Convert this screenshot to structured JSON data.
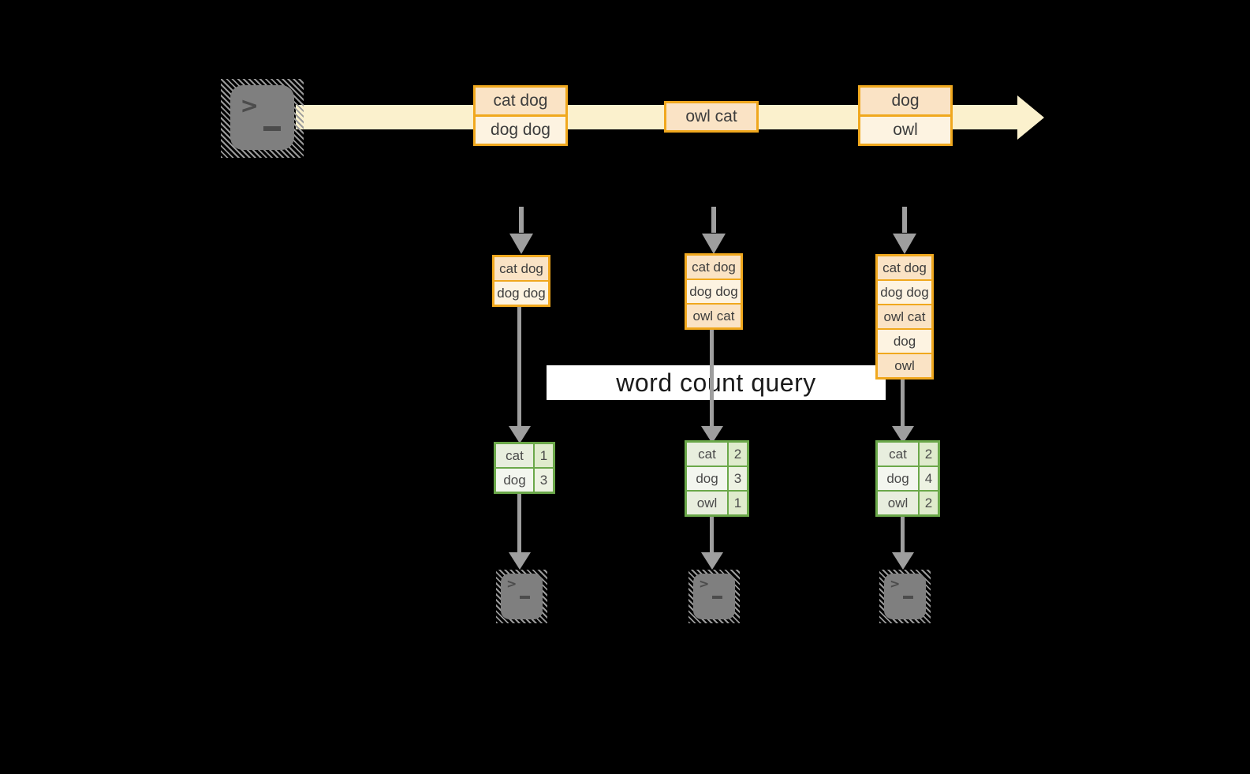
{
  "colors": {
    "background": "#000000",
    "timeline": "#FBF1CD",
    "orange_border": "#F0A81E",
    "peach": "#FAE3C5",
    "cream": "#FDF3E1",
    "green_border": "#6BA84A",
    "green_cell": "#E8EEDE",
    "green_cell_alt": "#F3F6EF",
    "green_count": "#DFEBCC",
    "green_count_alt": "#EDF2E2",
    "arrow_gray": "#9E9E9E",
    "terminal_gray": "#7F7F7F",
    "band_bg": "#FFFFFF"
  },
  "terminal": {
    "prompt_char": ">"
  },
  "timeline": {
    "boxes": [
      {
        "cells": [
          "cat dog",
          "dog dog"
        ]
      },
      {
        "cells": [
          "owl cat"
        ]
      },
      {
        "cells": [
          "dog",
          "owl"
        ]
      }
    ]
  },
  "query": {
    "label": "word count query"
  },
  "columns": [
    {
      "input_cells": [
        "cat dog",
        "dog dog"
      ],
      "result_rows": [
        {
          "word": "cat",
          "count": "1"
        },
        {
          "word": "dog",
          "count": "3"
        }
      ]
    },
    {
      "input_cells": [
        "cat dog",
        "dog dog",
        "owl cat"
      ],
      "result_rows": [
        {
          "word": "cat",
          "count": "2"
        },
        {
          "word": "dog",
          "count": "3"
        },
        {
          "word": "owl",
          "count": "1"
        }
      ]
    },
    {
      "input_cells": [
        "cat dog",
        "dog dog",
        "owl cat",
        "dog",
        "owl"
      ],
      "result_rows": [
        {
          "word": "cat",
          "count": "2"
        },
        {
          "word": "dog",
          "count": "4"
        },
        {
          "word": "owl",
          "count": "2"
        }
      ]
    }
  ]
}
